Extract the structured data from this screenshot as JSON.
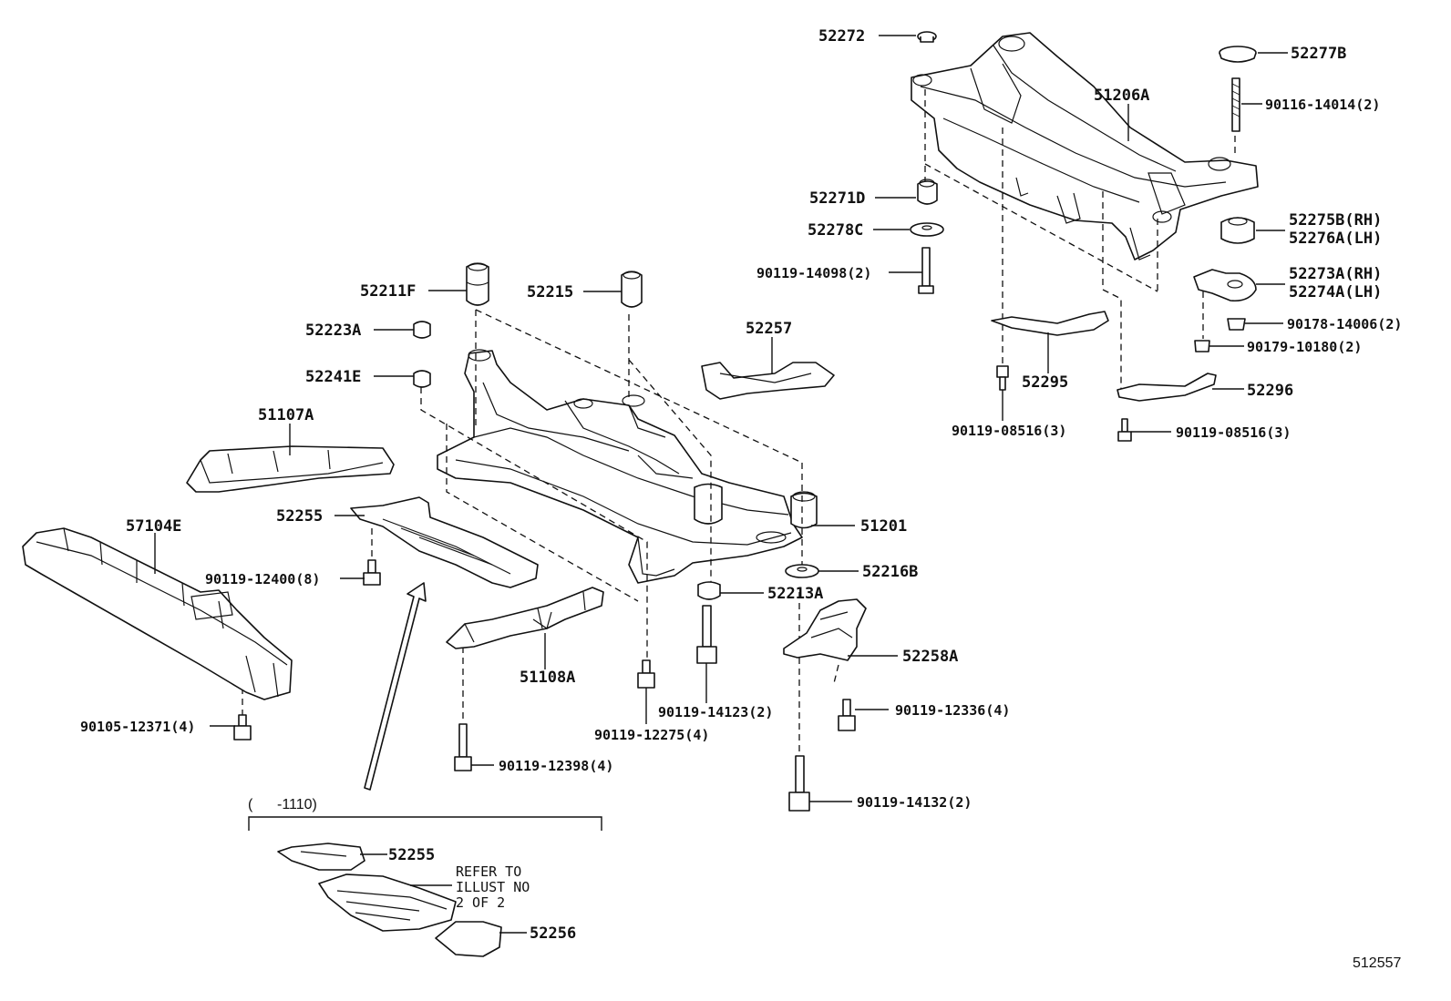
{
  "labels": {
    "p52272": "52272",
    "p52277B": "52277B",
    "p51206A": "51206A",
    "p90116_14014": "90116-14014(2)",
    "p52271D": "52271D",
    "p52278C": "52278C",
    "p90119_14098": "90119-14098(2)",
    "p52275B": "52275B(RH)",
    "p52276A": "52276A(LH)",
    "p52273A": "52273A(RH)",
    "p52274A": "52274A(LH)",
    "p90178_14006": "90178-14006(2)",
    "p90179_10180": "90179-10180(2)",
    "p52295": "52295",
    "p52296": "52296",
    "p90119_08516a": "90119-08516(3)",
    "p90119_08516b": "90119-08516(3)",
    "p52211F": "52211F",
    "p52215": "52215",
    "p52257": "52257",
    "p52223A": "52223A",
    "p52241E": "52241E",
    "p51107A": "51107A",
    "p57104E": "57104E",
    "p52255": "52255",
    "p51201": "51201",
    "p52216B": "52216B",
    "p52213A": "52213A",
    "p90119_12400": "90119-12400(8)",
    "p52258A": "52258A",
    "p51108A": "51108A",
    "p90119_14123": "90119-14123(2)",
    "p90119_12336": "90119-12336(4)",
    "p90119_12275": "90119-12275(4)",
    "p90105_12371": "90105-12371(4)",
    "p90119_12398": "90119-12398(4)",
    "p90119_14132": "90119-14132(2)",
    "p52255b": "52255",
    "p52256": "52256"
  },
  "period_note": "(      -1110)",
  "refer_note": {
    "line1": "REFER TO",
    "line2": "ILLUST NO",
    "line3": "2 OF 2"
  },
  "figure_id": "512557"
}
